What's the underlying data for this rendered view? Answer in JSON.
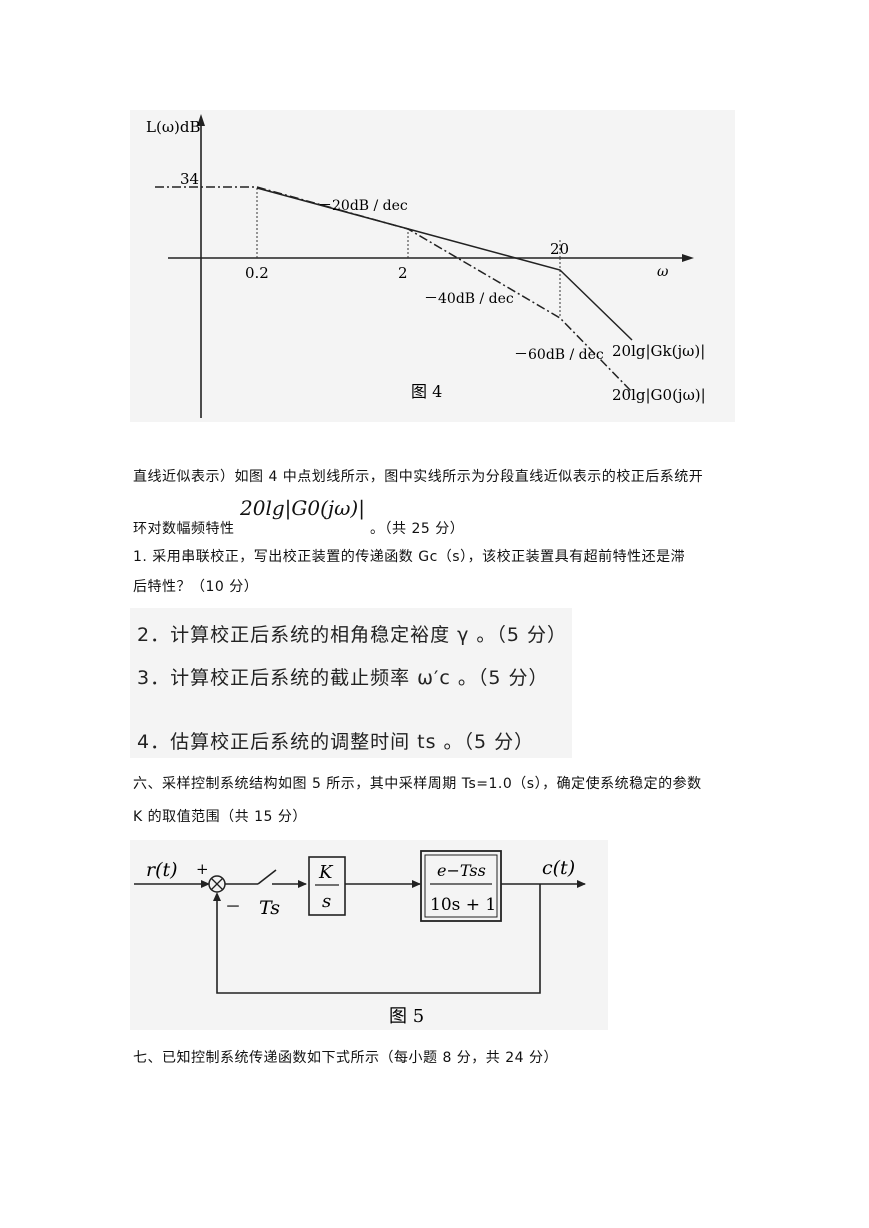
{
  "figure4": {
    "ylabel": "L(ω)dB",
    "xlabel": "ω",
    "val_34": "34",
    "tick_02": "0.2",
    "tick_2": "2",
    "tick_20": "20",
    "slope_20": "－20dB / dec",
    "slope_40": "－40dB / dec",
    "slope_60": "－60dB / dec",
    "curve_k": "20lg|Gk(jω)|",
    "curve_0": "20lg|G0(jω)|",
    "caption": "图 4"
  },
  "text": {
    "para1": "直线近似表示）如图 4 中点划线所示，图中实线所示为分段直线近似表示的校正后系统开",
    "para2_pre": "环对数幅频特性",
    "para2_formula": "20lg|G0(jω)|",
    "para2_post": "。（共 25 分）",
    "q1_line1": "1. 采用串联校正，写出校正装置的传递函数 Gc（s），该校正装置具有超前特性还是滞",
    "q1_line2": "后特性？（10 分）",
    "q2": "2．计算校正后系统的相角稳定裕度 γ 。（5 分）",
    "q3": "3．计算校正后系统的截止频率 ω′c 。（5 分）",
    "q4": "4．估算校正后系统的调整时间 ts 。（5 分）",
    "s6_line1": "六、采样控制系统结构如图 5 所示，其中采样周期 Ts=1.0（s），确定使系统稳定的参数",
    "s6_line2": "K 的取值范围（共 15 分）",
    "s7": "七、已知控制系统传递函数如下式所示（每小题 8 分，共 24 分）"
  },
  "figure5": {
    "input": "r(t)",
    "output": "c(t)",
    "plus": "+",
    "minus": "－",
    "sampler": "Ts",
    "block1_num": "K",
    "block1_den": "s",
    "block2_num": "e−Tss",
    "block2_den": "10s + 1",
    "caption": "图 5"
  }
}
